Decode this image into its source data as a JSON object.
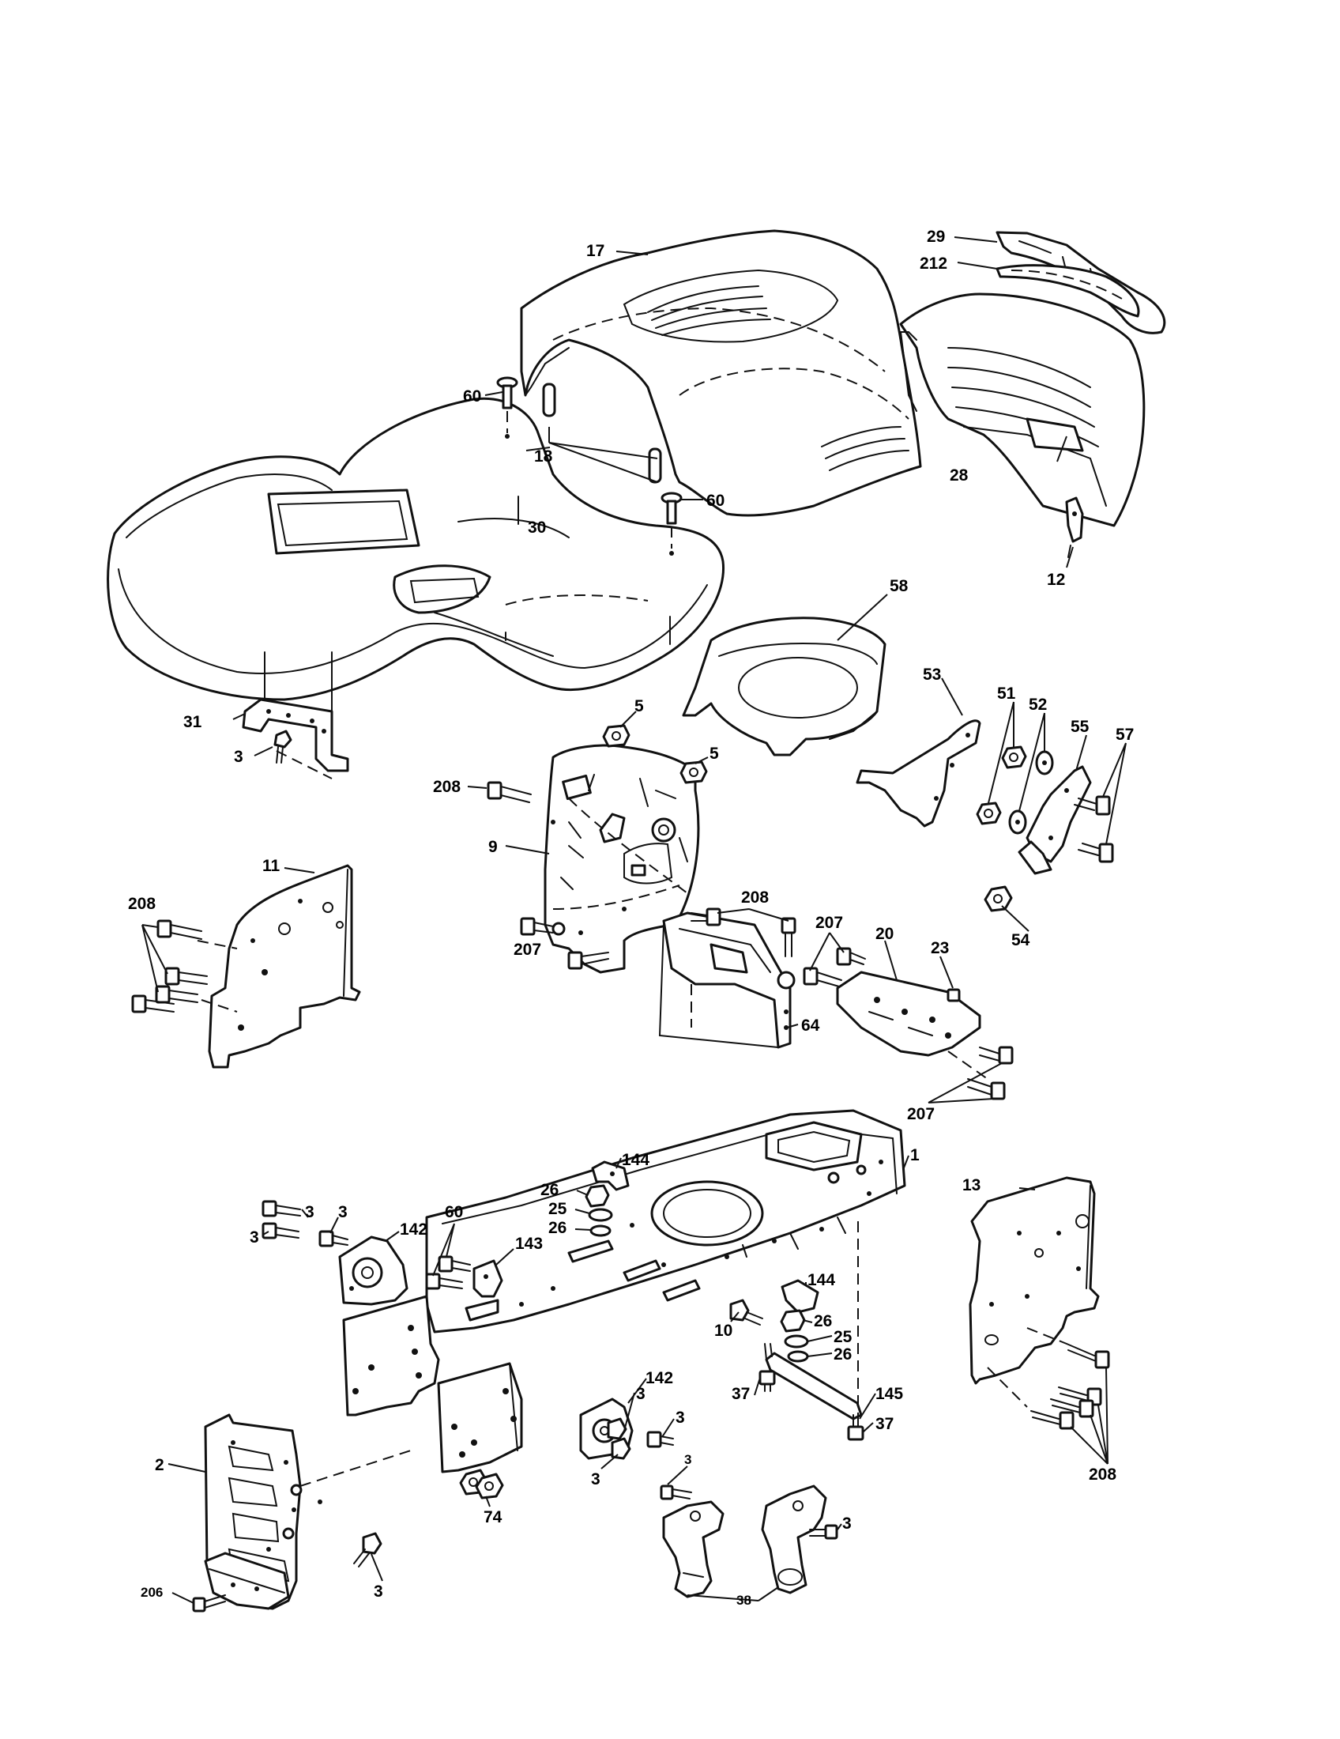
{
  "colors": {
    "ink": "#111111",
    "background": "#ffffff"
  },
  "callouts": {
    "c17": "17",
    "c29": "29",
    "c212": "212",
    "c60a": "60",
    "c18": "18",
    "c60b": "60",
    "c30": "30",
    "c28": "28",
    "c12": "12",
    "c58": "58",
    "c5a": "5",
    "c5b": "5",
    "c53": "53",
    "c51": "51",
    "c52": "52",
    "c55": "55",
    "c57": "57",
    "c31": "31",
    "c3a": "3",
    "c208a": "208",
    "c9": "9",
    "c54": "54",
    "c208b": "208",
    "c11": "11",
    "c207a": "207",
    "c207b": "207",
    "c20": "20",
    "c23": "23",
    "c64": "64",
    "c207c": "207",
    "c1": "1",
    "c144a": "144",
    "c26a": "26",
    "c25a": "25",
    "c26b": "26",
    "c13": "13",
    "c3b": "3",
    "c3c": "3",
    "c3d": "3",
    "c142a": "142",
    "c60c": "60",
    "c143": "143",
    "c144b": "144",
    "c26c": "26",
    "c10": "10",
    "c25b": "25",
    "c26d": "26",
    "c142b": "142",
    "c3e": "3",
    "c3f": "3",
    "c3g": "3",
    "c37a": "37",
    "c145": "145",
    "c37b": "37",
    "c2": "2",
    "c74": "74",
    "c208c": "208",
    "c3h": "3",
    "c3i": "3",
    "c3j": "3",
    "c206": "206",
    "c38": "38"
  }
}
